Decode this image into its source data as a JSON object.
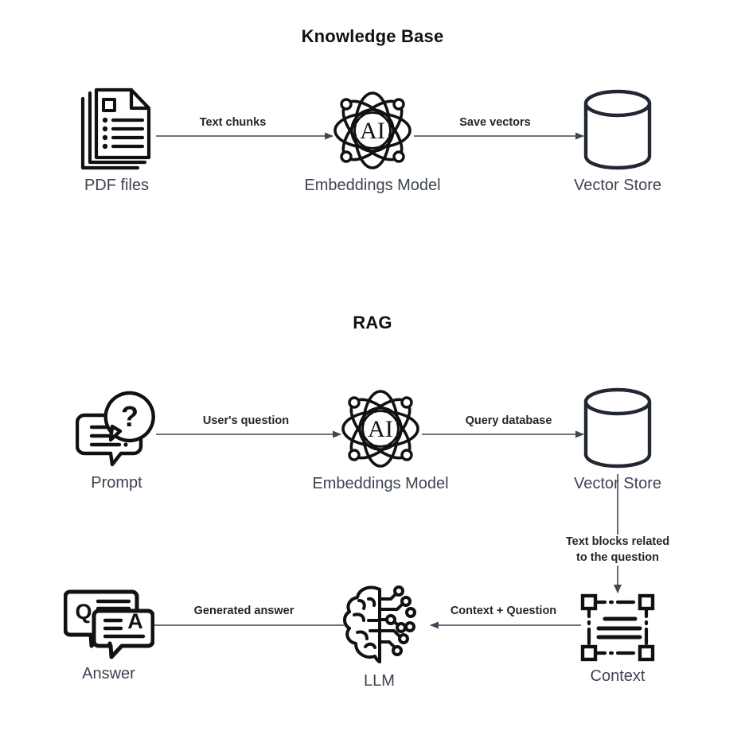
{
  "sections": [
    {
      "id": "knowledge-base",
      "title": "Knowledge Base"
    },
    {
      "id": "rag",
      "title": "RAG"
    }
  ],
  "nodes": {
    "pdf_files": {
      "label": "PDF files",
      "icon": "pdf-documents-icon"
    },
    "embeddings_model_kb": {
      "label": "Embeddings Model",
      "icon": "ai-atom-icon",
      "icon_text": "AI"
    },
    "vector_store_kb": {
      "label": "Vector Store",
      "icon": "database-cylinder-icon"
    },
    "prompt": {
      "label": "Prompt",
      "icon": "question-speech-bubble-icon",
      "icon_text": "?"
    },
    "embeddings_model_rag": {
      "label": "Embeddings Model",
      "icon": "ai-atom-icon",
      "icon_text": "AI"
    },
    "vector_store_rag": {
      "label": "Vector Store",
      "icon": "database-cylinder-icon"
    },
    "answer": {
      "label": "Answer",
      "icon": "qa-speech-bubbles-icon",
      "icon_text_q": "Q",
      "icon_text_a": "A"
    },
    "llm": {
      "label": "LLM",
      "icon": "brain-circuit-icon"
    },
    "context": {
      "label": "Context",
      "icon": "selection-box-text-icon"
    }
  },
  "edges": {
    "text_chunks": "Text chunks",
    "save_vectors": "Save vectors",
    "users_question": "User's question",
    "query_database": "Query database",
    "text_blocks_line1": "Text blocks related",
    "text_blocks_line2": "to the question",
    "context_question": "Context + Question",
    "generated_answer": "Generated answer"
  },
  "colors": {
    "stroke": "#3f4651",
    "label": "#3d4450",
    "title": "#111111",
    "edge_label": "#22262c",
    "icon": "#111111",
    "background": "#ffffff"
  }
}
